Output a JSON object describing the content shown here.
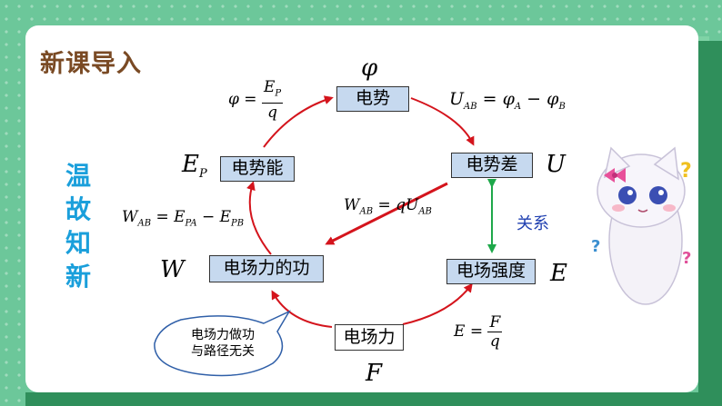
{
  "header": {
    "title": "新课导入"
  },
  "sidebar": {
    "chars": [
      "温",
      "故",
      "知",
      "新"
    ]
  },
  "nodes": {
    "potential": "电势",
    "potential_diff": "电势差",
    "potential_energy": "电势能",
    "field_work": "电场力的功",
    "field_strength": "电场强度",
    "field_force": "电场力"
  },
  "symbols": {
    "phi": "φ",
    "U": "U",
    "E": "E",
    "W": "W",
    "F": "F",
    "Ep_main": "E",
    "Ep_sub": "P"
  },
  "formulas": {
    "phi_left": "φ =",
    "phi_num_main": "E",
    "phi_num_sub": "P",
    "phi_den": "q",
    "uab": {
      "U": "U",
      "U_sub": "AB",
      "eq": " = φ",
      "a_sub": "A",
      "minus": " − φ",
      "b_sub": "B"
    },
    "wab_qu": {
      "W": "W",
      "W_sub": "AB",
      "eq": " = qU",
      "U_sub": "AB"
    },
    "wab_ep": {
      "W": "W",
      "W_sub": "AB",
      "eq": " = E",
      "pa_sub": "PA",
      "minus": " − E",
      "pb_sub": "PB"
    },
    "e_left": "E =",
    "e_num": "F",
    "e_den": "q"
  },
  "relation_label": "关系",
  "callout": {
    "line1": "电场力做功",
    "line2": "与路径无关"
  },
  "colors": {
    "arrow_red": "#d4141c",
    "arrow_green": "#1ea84a",
    "box_fill": "#c6d9ef",
    "bg_green": "#6cc79a"
  }
}
